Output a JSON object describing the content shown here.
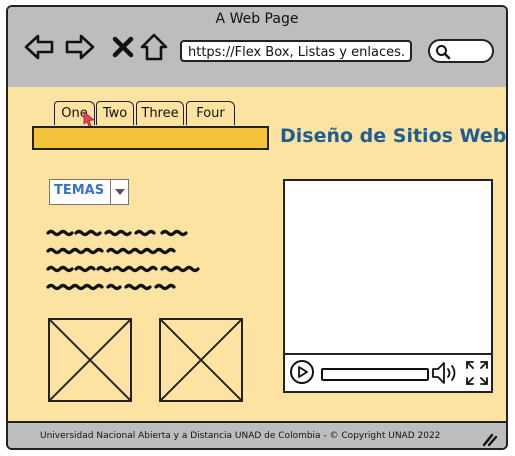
{
  "window": {
    "title": "A Web Page"
  },
  "toolbar": {
    "back_icon": "arrow-left-icon",
    "forward_icon": "arrow-right-icon",
    "close_icon": "close-icon",
    "home_icon": "home-icon",
    "url": "https://Flex Box, Listas y enlaces.",
    "search_icon": "search-icon"
  },
  "tabs": [
    {
      "label": "One"
    },
    {
      "label": "Two"
    },
    {
      "label": "Three"
    },
    {
      "label": "Four"
    }
  ],
  "site": {
    "title": "Diseño de Sitios Web"
  },
  "dropdown": {
    "selected": "TEMAS"
  },
  "video": {
    "play_icon": "play-icon",
    "volume_icon": "volume-icon",
    "fullscreen_icon": "fullscreen-icon"
  },
  "footer": {
    "text": "Universidad Nacional Abierta y a Distancia UNAD de Colombia - © Copyright UNAD 2022"
  },
  "colors": {
    "content_bg": "#fde3a1",
    "tab_bar": "#f5c33b",
    "title": "#1f5e93",
    "chrome": "#bdbdbd"
  }
}
